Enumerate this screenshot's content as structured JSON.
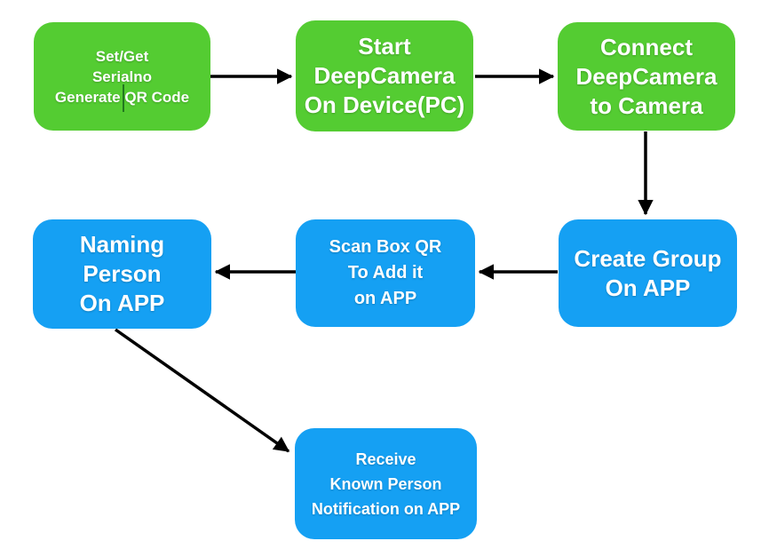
{
  "diagram": {
    "type": "flowchart",
    "background": "#ffffff",
    "colors": {
      "node_green": "#54CC32",
      "node_blue": "#15A0F3",
      "arrow": "#000000",
      "node_text": "#ffffff"
    },
    "nodes": [
      {
        "id": "set-get-serialno",
        "color": "green",
        "text": "Set/Get\nSerialno\nGenerate QR Code"
      },
      {
        "id": "start-deepcamera",
        "color": "green",
        "text": "Start\nDeepCamera\nOn Device(PC)"
      },
      {
        "id": "connect-deepcamera",
        "color": "green",
        "text": "Connect\nDeepCamera\nto Camera"
      },
      {
        "id": "naming-person",
        "color": "blue",
        "text": "Naming\nPerson\nOn APP"
      },
      {
        "id": "scan-box-qr",
        "color": "blue",
        "text": "Scan Box QR\nTo Add it\non APP"
      },
      {
        "id": "create-group",
        "color": "blue",
        "text": "Create Group\nOn APP"
      },
      {
        "id": "receive-notification",
        "color": "blue",
        "text": "Receive\nKnown Person\nNotification on APP"
      }
    ],
    "edges": [
      {
        "from": "set-get-serialno",
        "to": "start-deepcamera"
      },
      {
        "from": "start-deepcamera",
        "to": "connect-deepcamera"
      },
      {
        "from": "connect-deepcamera",
        "to": "create-group"
      },
      {
        "from": "create-group",
        "to": "scan-box-qr"
      },
      {
        "from": "scan-box-qr",
        "to": "naming-person"
      },
      {
        "from": "naming-person",
        "to": "receive-notification"
      }
    ]
  }
}
